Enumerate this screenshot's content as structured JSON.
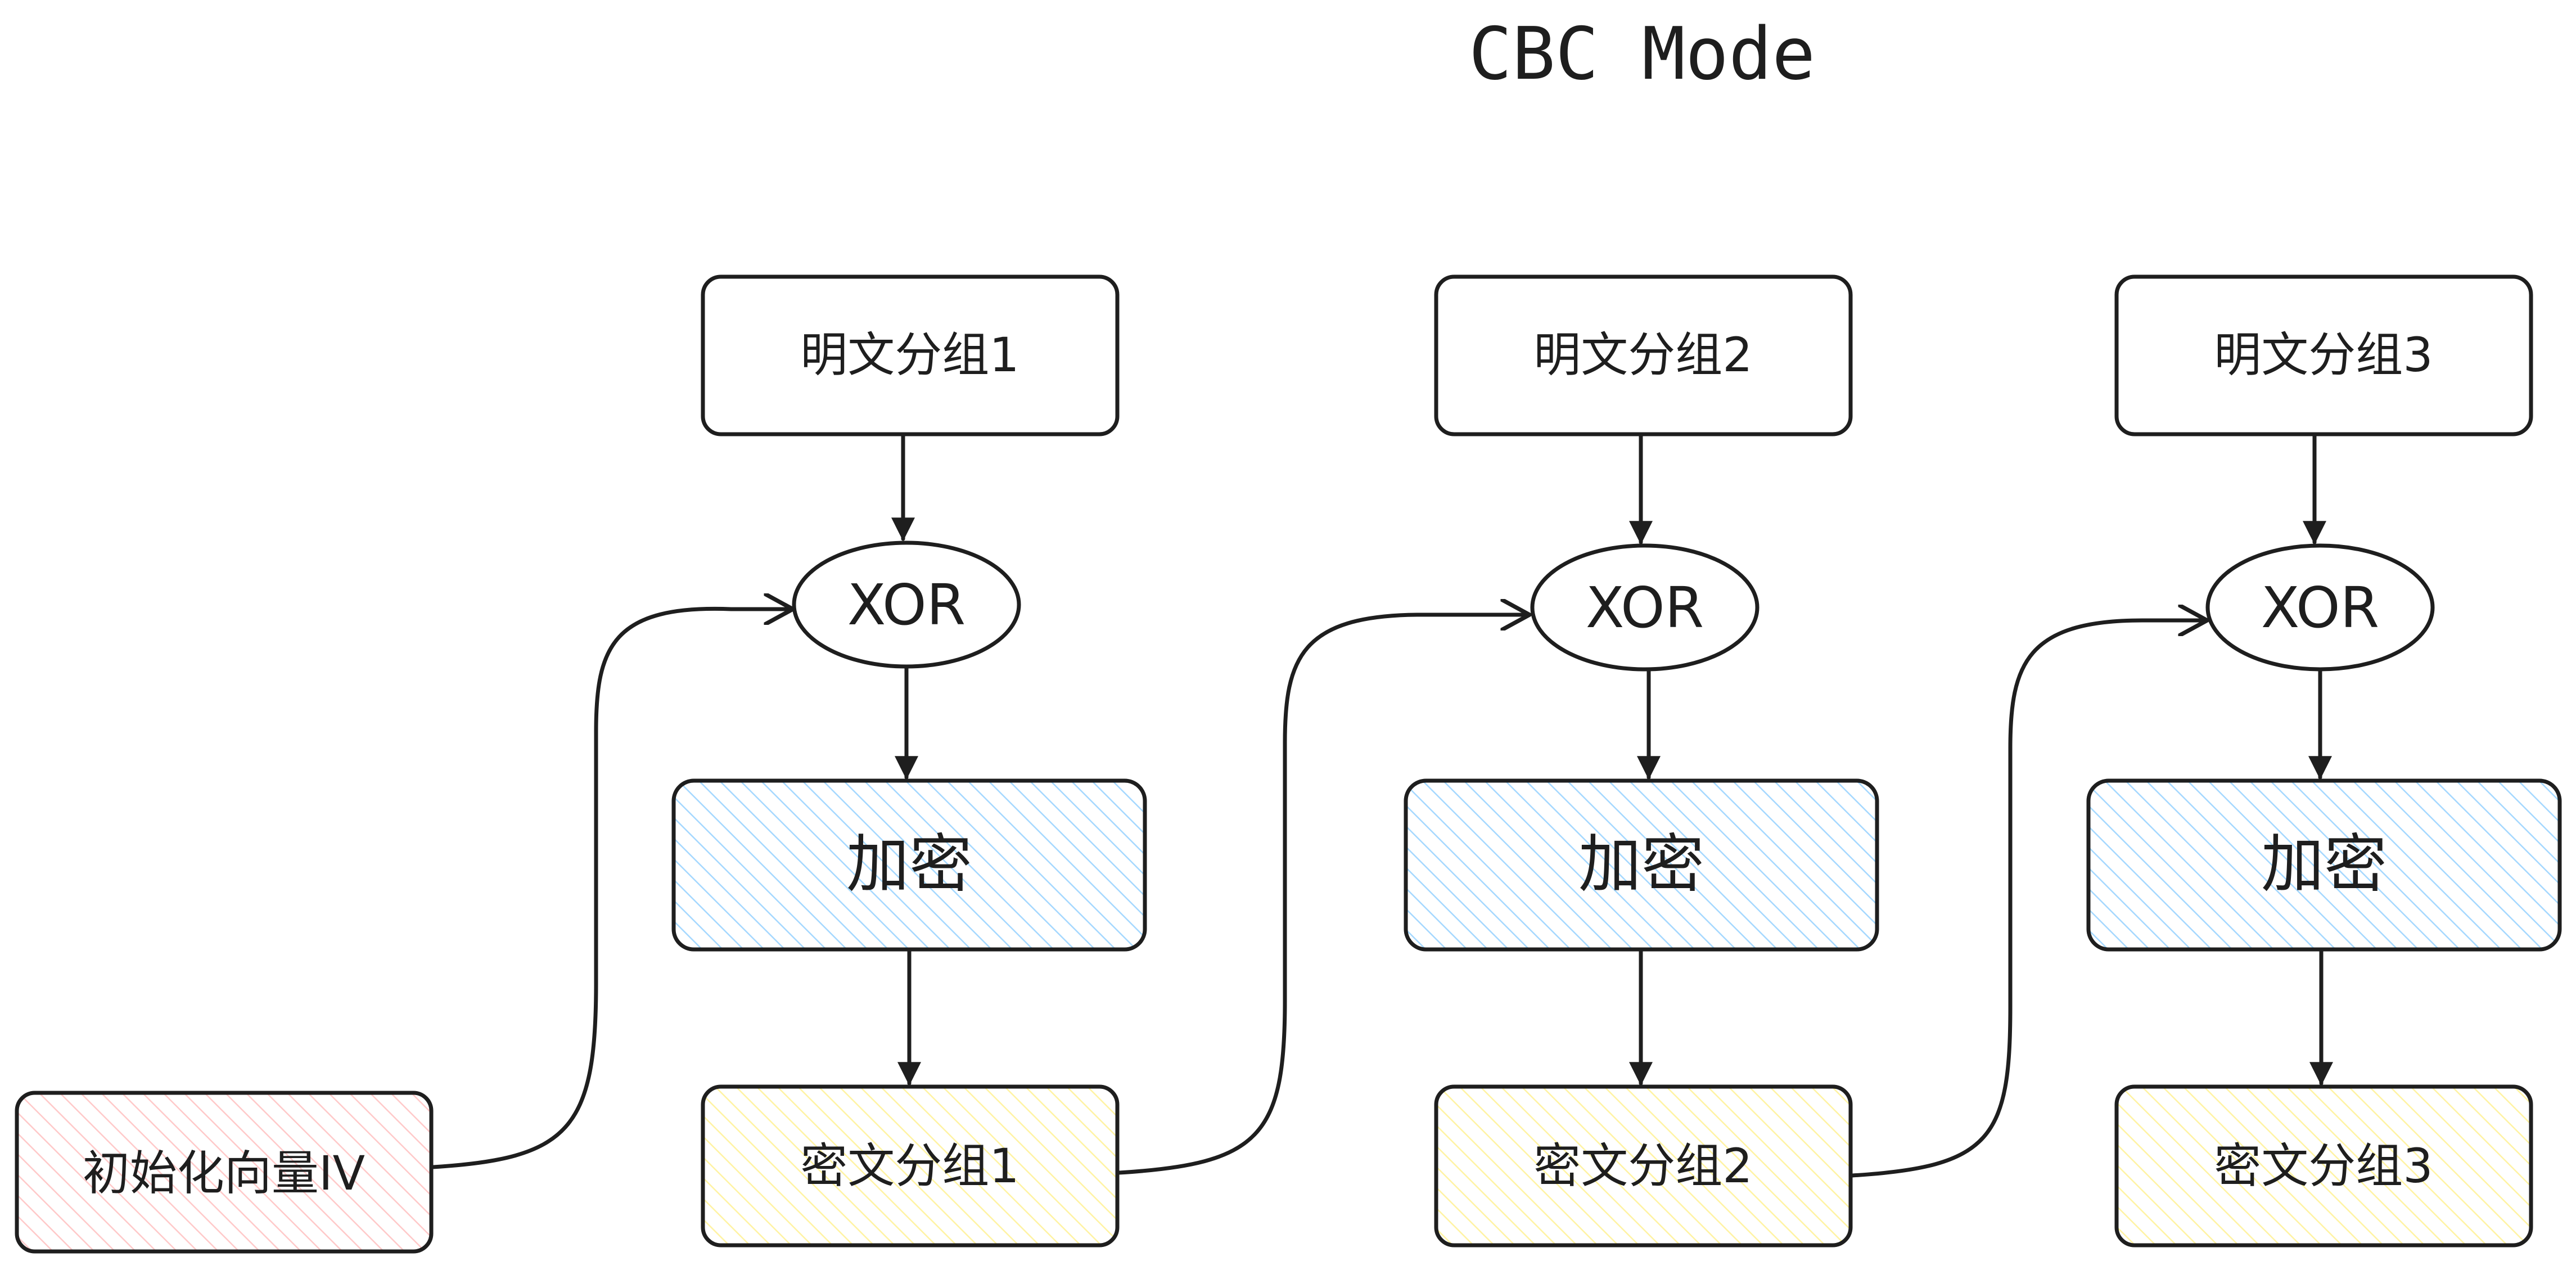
{
  "title": "CBC Mode",
  "nodes": {
    "plain1": "明文分组1",
    "plain2": "明文分组2",
    "plain3": "明文分组3",
    "xor1": "XOR",
    "xor2": "XOR",
    "xor3": "XOR",
    "enc1": "加密",
    "enc2": "加密",
    "enc3": "加密",
    "cipher1": "密文分组1",
    "cipher2": "密文分组2",
    "cipher3": "密文分组3",
    "iv": "初始化向量IV"
  },
  "colors": {
    "stroke": "#1e1e1e",
    "encrypt_hatch": "#a5d8ff",
    "cipher_hatch": "#fff3a3",
    "iv_hatch": "#ffc9c9"
  }
}
